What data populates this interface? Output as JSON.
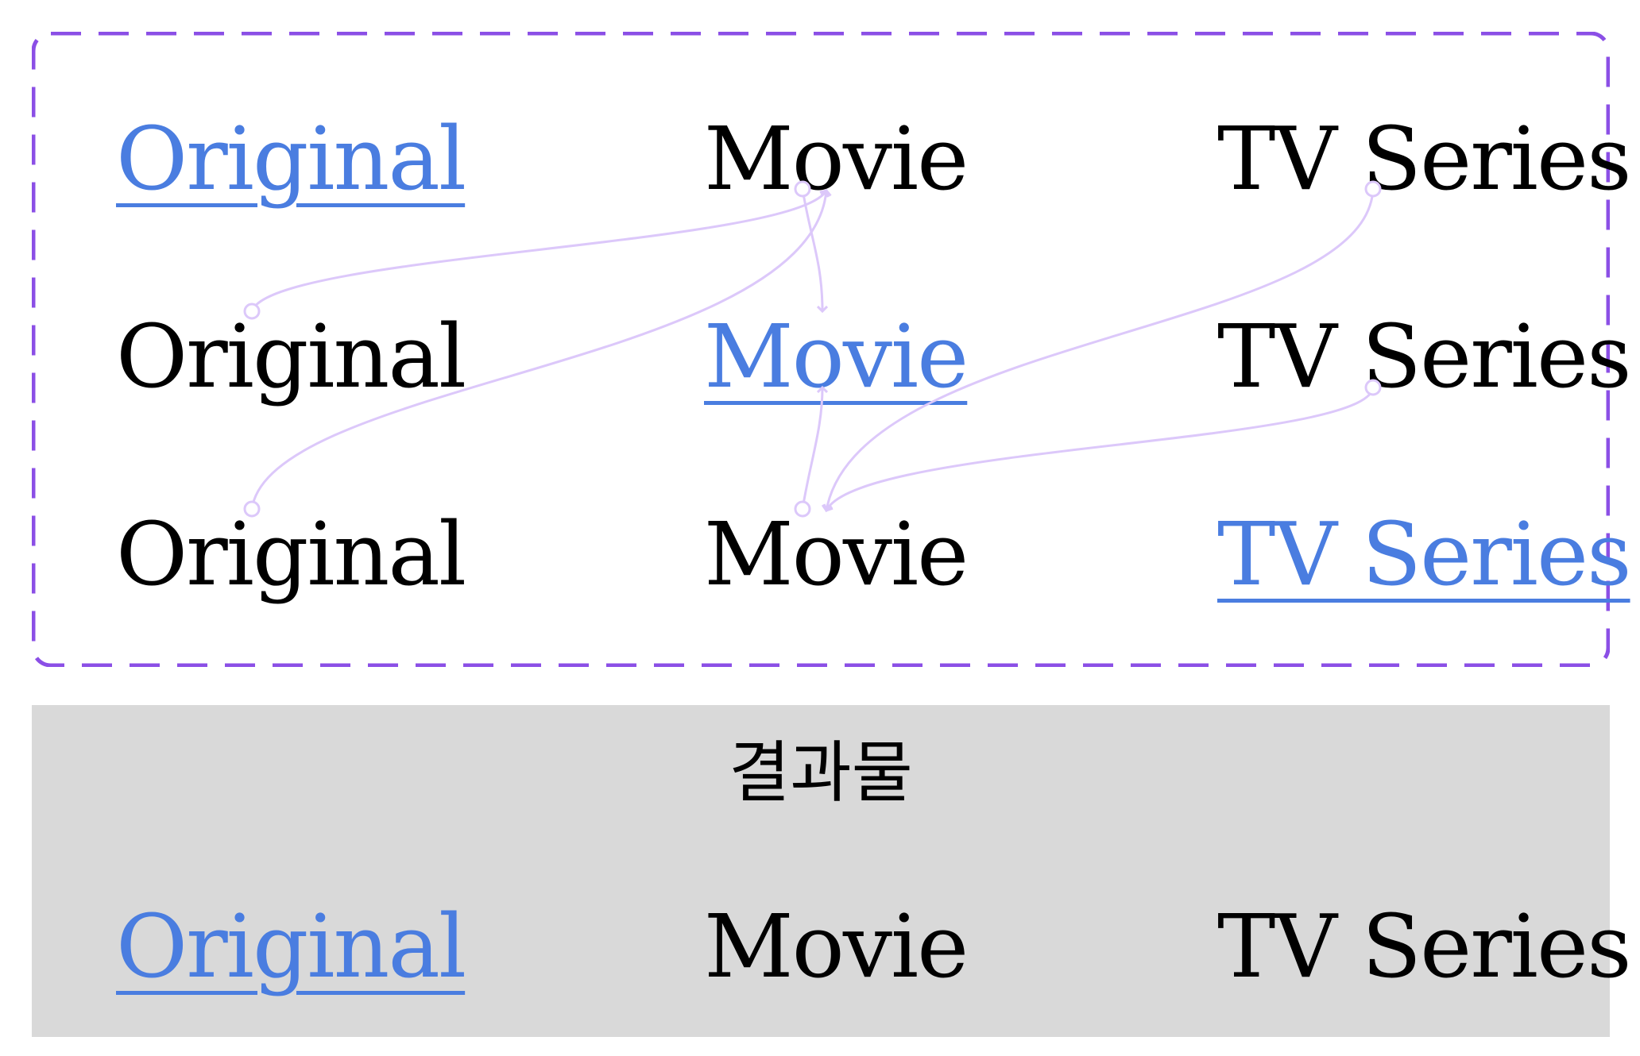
{
  "colors": {
    "frame_border": "#8b4fe6",
    "active_tab": "#4a7de0",
    "inactive_tab": "#000000",
    "connector": "#dcc8fa",
    "result_bg": "#d9d9d9"
  },
  "states": [
    {
      "tabs": [
        {
          "label": "Original",
          "active": true
        },
        {
          "label": "Movie",
          "active": false
        },
        {
          "label": "TV Series",
          "active": false
        }
      ]
    },
    {
      "tabs": [
        {
          "label": "Original",
          "active": false
        },
        {
          "label": "Movie",
          "active": true
        },
        {
          "label": "TV Series",
          "active": false
        }
      ]
    },
    {
      "tabs": [
        {
          "label": "Original",
          "active": false
        },
        {
          "label": "Movie",
          "active": false
        },
        {
          "label": "TV Series",
          "active": true
        }
      ]
    }
  ],
  "result": {
    "title": "결과물",
    "tabs": [
      {
        "label": "Original",
        "active": true
      },
      {
        "label": "Movie",
        "active": false
      },
      {
        "label": "TV Series",
        "active": false
      }
    ]
  }
}
